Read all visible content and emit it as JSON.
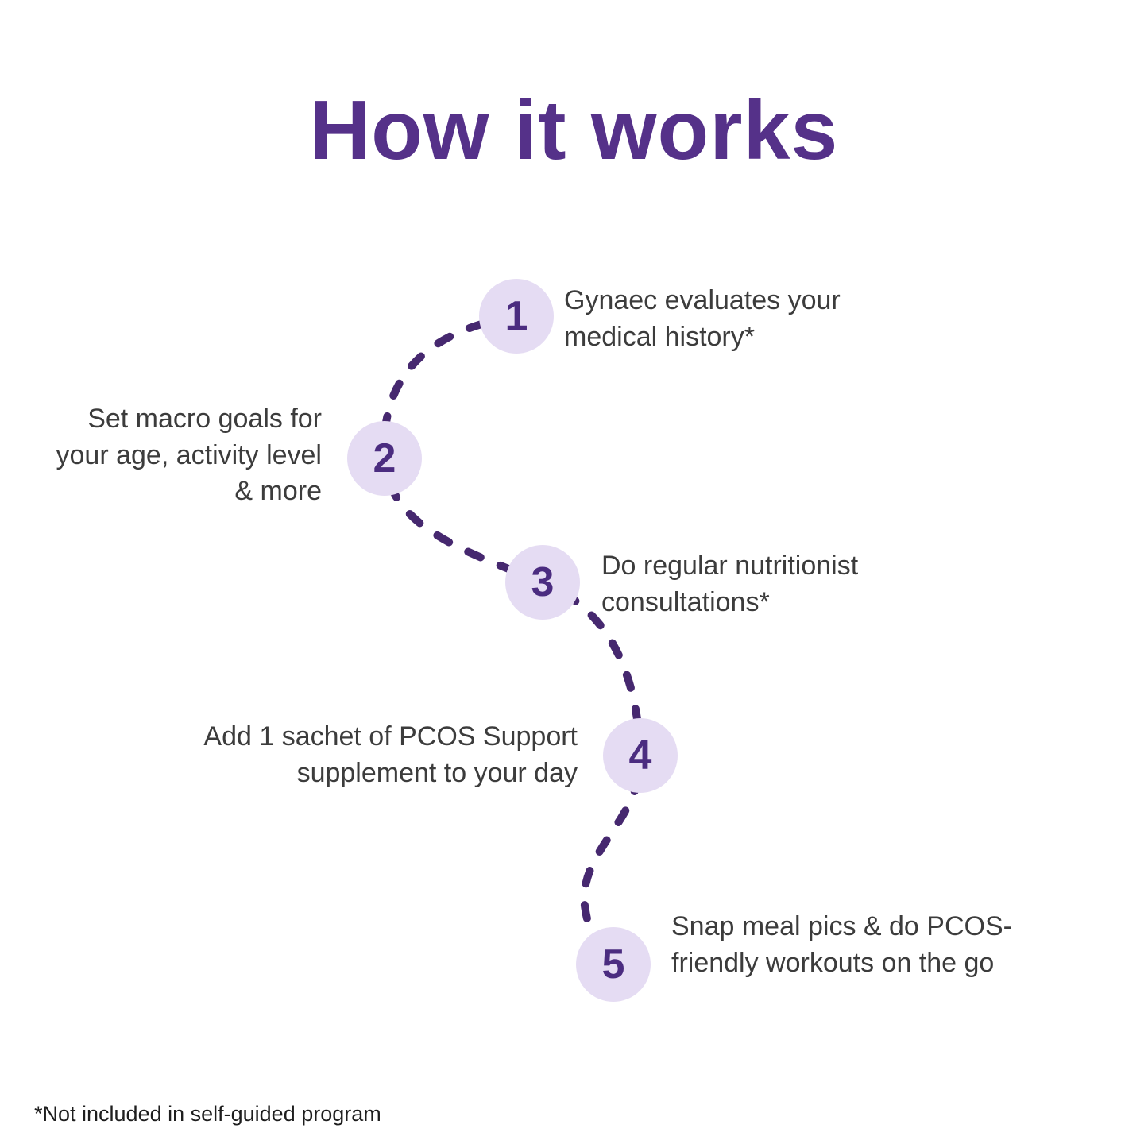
{
  "page": {
    "title": "How it works",
    "footnote": "*Not included in self-guided program"
  },
  "colors": {
    "title_purple": "#553189",
    "path_purple": "#46286F",
    "circle_fill": "#E5DCF3",
    "number_purple": "#4B2C80",
    "body_text": "#3C3C3C"
  },
  "steps": [
    {
      "number": "1",
      "label": "Gynaec evaluates your medical history*",
      "side": "right"
    },
    {
      "number": "2",
      "label": "Set macro goals for your age, activity level & more",
      "side": "left"
    },
    {
      "number": "3",
      "label": "Do regular nutritionist consultations*",
      "side": "right"
    },
    {
      "number": "4",
      "label": "Add 1 sachet of PCOS Support supplement to your day",
      "side": "left"
    },
    {
      "number": "5",
      "label": "Snap meal pics & do PCOS-friendly workouts on the go",
      "side": "right"
    }
  ]
}
